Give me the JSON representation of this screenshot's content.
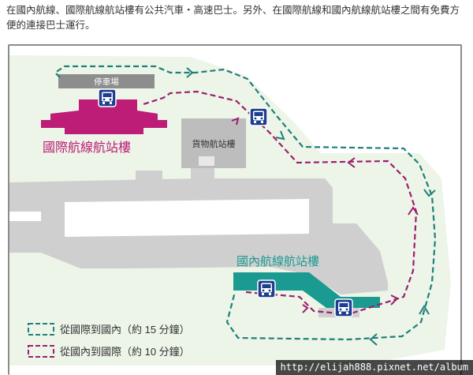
{
  "intro": {
    "text": "在國內航線、國際航線航站樓有公共汽車・高速巴士。另外、在國際航線和國內航線航站樓之間有免費方便的連接巴士運行。"
  },
  "map": {
    "parking_label": "停車場",
    "intl_terminal_label": "國際航線航站樓",
    "cargo_label": "貨物航站樓",
    "dom_terminal_label": "國內航線航站樓"
  },
  "legend": [
    {
      "label": "從國際到國內（約 15 分鐘）",
      "color": "#1f7f7a"
    },
    {
      "label": "從國內到國際（約 10 分鐘）",
      "color": "#9c1f6f"
    }
  ],
  "colors": {
    "intl_terminal": "#bd1c77",
    "dom_terminal": "#1a9a90",
    "bus_icon": "#1e3f8f",
    "route_intl_to_dom": "#1f7f7a",
    "route_dom_to_intl": "#9c1f6f",
    "ground": "#ecf5e8",
    "runway": "#cfcfcf"
  },
  "watermark": "http://elijah888.pixnet.net/album"
}
